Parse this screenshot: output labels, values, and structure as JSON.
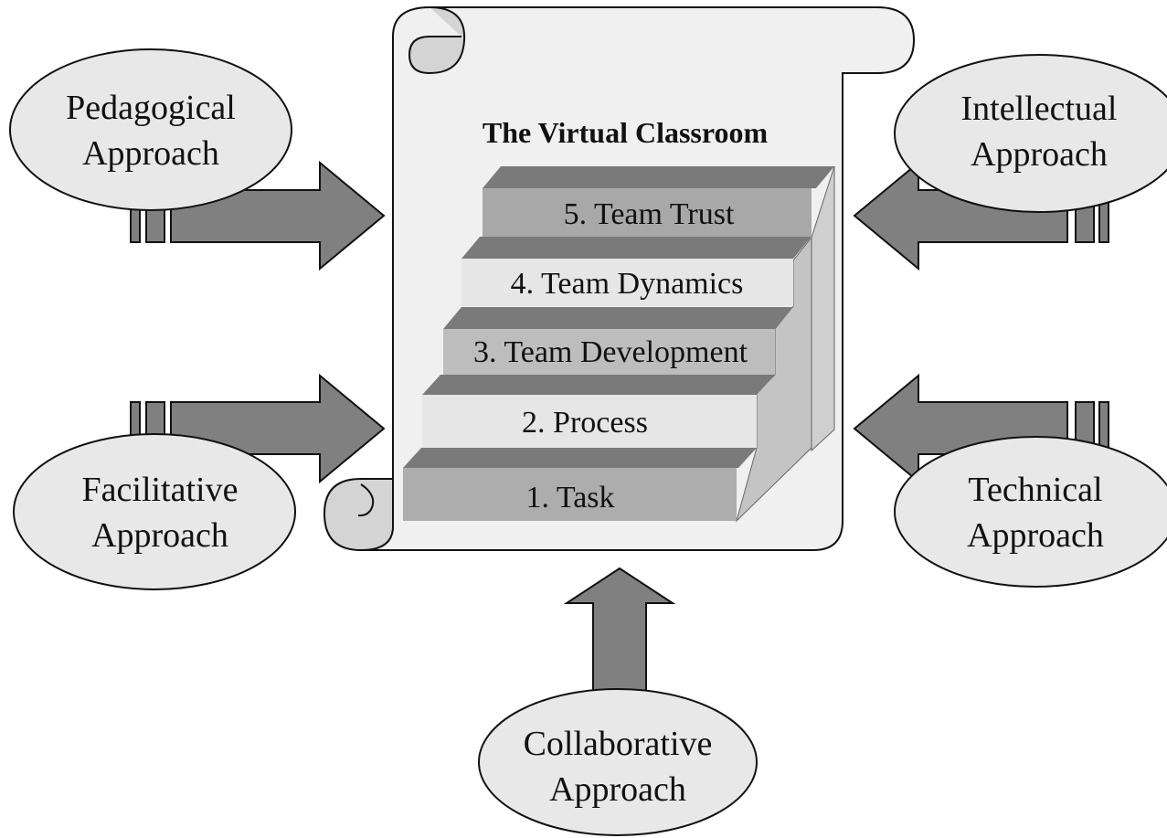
{
  "title": "The Virtual Classroom",
  "approaches": {
    "pedagogical": {
      "line1": "Pedagogical",
      "line2": "Approach"
    },
    "intellectual": {
      "line1": "Intellectual",
      "line2": "Approach"
    },
    "facilitative": {
      "line1": "Facilitative",
      "line2": "Approach"
    },
    "technical": {
      "line1": "Technical",
      "line2": "Approach"
    },
    "collaborative": {
      "line1": "Collaborative",
      "line2": "Approach"
    }
  },
  "steps": [
    {
      "label": "1. Task"
    },
    {
      "label": "2. Process"
    },
    {
      "label": "3. Team Development"
    },
    {
      "label": "4. Team Dynamics"
    },
    {
      "label": "5. Team Trust"
    }
  ],
  "colors": {
    "ellipse_fill": "#e8e8e8",
    "scroll_fill": "#f0f0f0",
    "arrow_fill": "#808080",
    "step_light": "#e6e6e6",
    "step_mid": "#bdbdbd",
    "step_dark": "#a8a8a8",
    "step_top": "#7a7a7a",
    "outline": "#111111"
  }
}
